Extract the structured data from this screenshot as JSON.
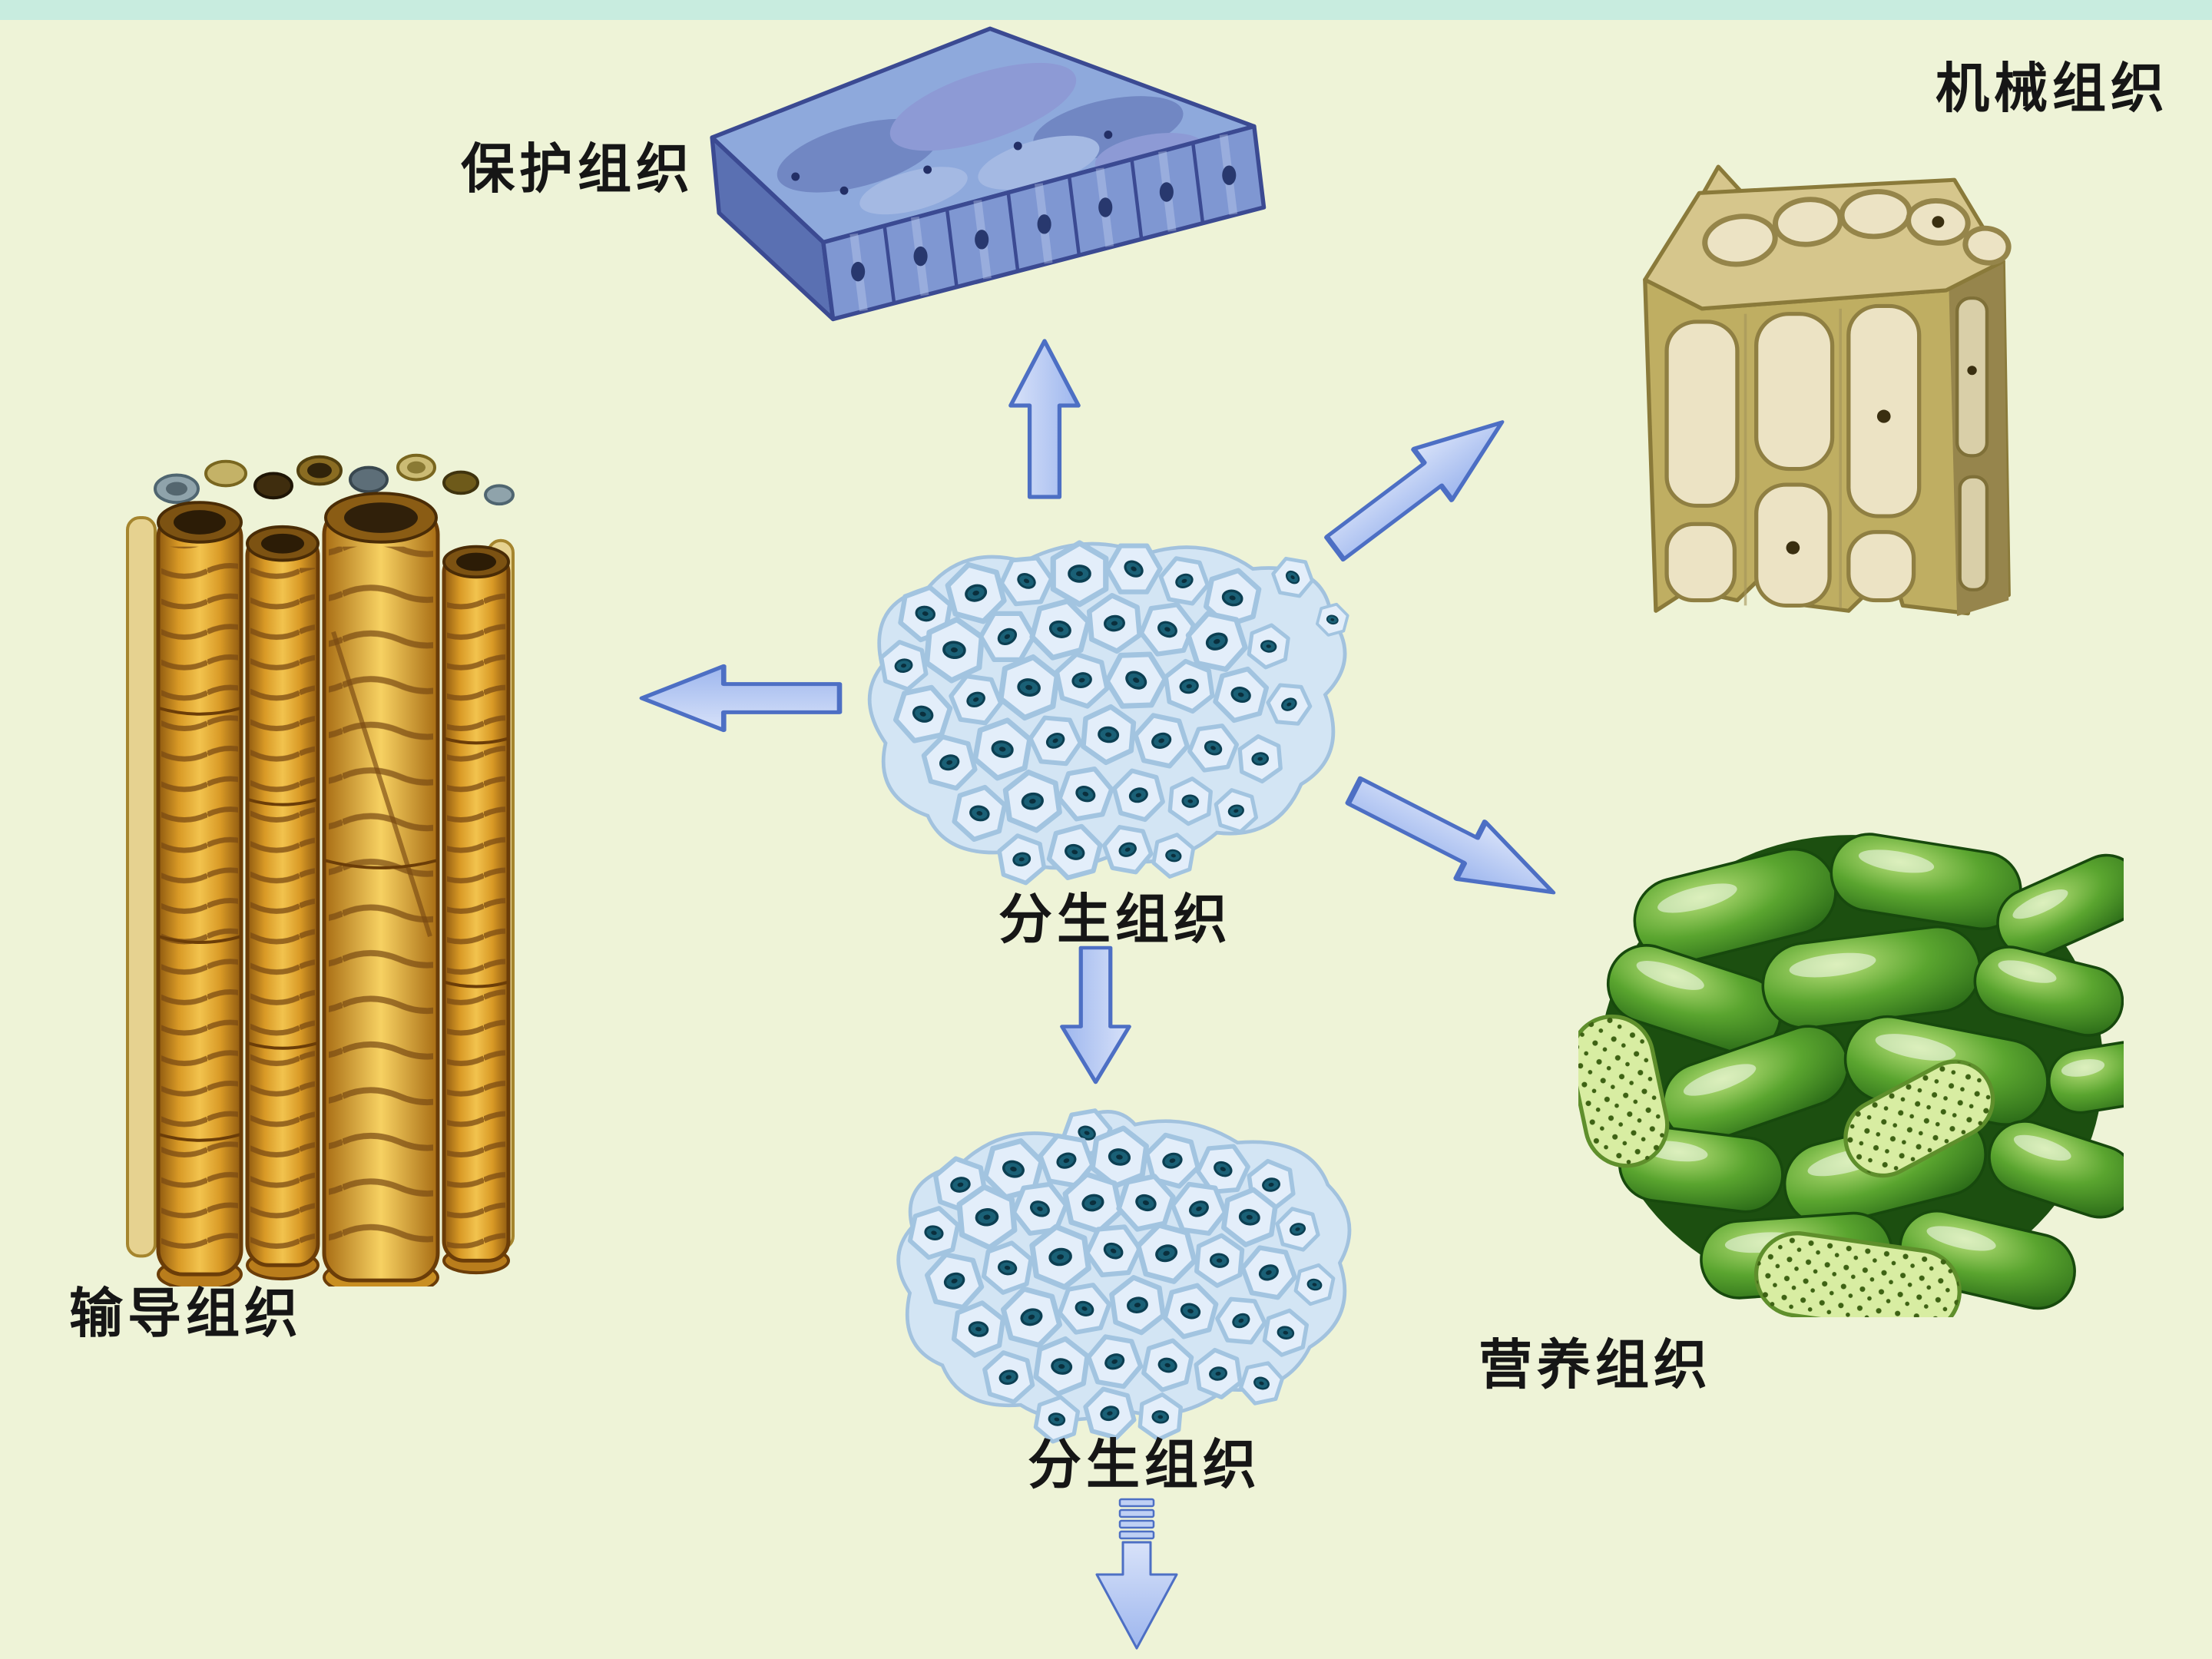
{
  "page": {
    "background": "#eef3d7",
    "top_band_color": "#c8ecdf"
  },
  "tissues": {
    "protective": {
      "label": "保护组织"
    },
    "mechanical": {
      "label": "机械组织"
    },
    "conducting": {
      "label": "输导组织"
    },
    "meristem_center": {
      "label": "分生组织"
    },
    "nutritive": {
      "label": "营养组织"
    },
    "meristem_bottom": {
      "label": "分生组织"
    }
  },
  "arrows": {
    "fill": "#b7c9f3",
    "stroke": "#4d6fc4",
    "count": 6
  },
  "icons": {
    "arrow_style": "block-arrow"
  }
}
